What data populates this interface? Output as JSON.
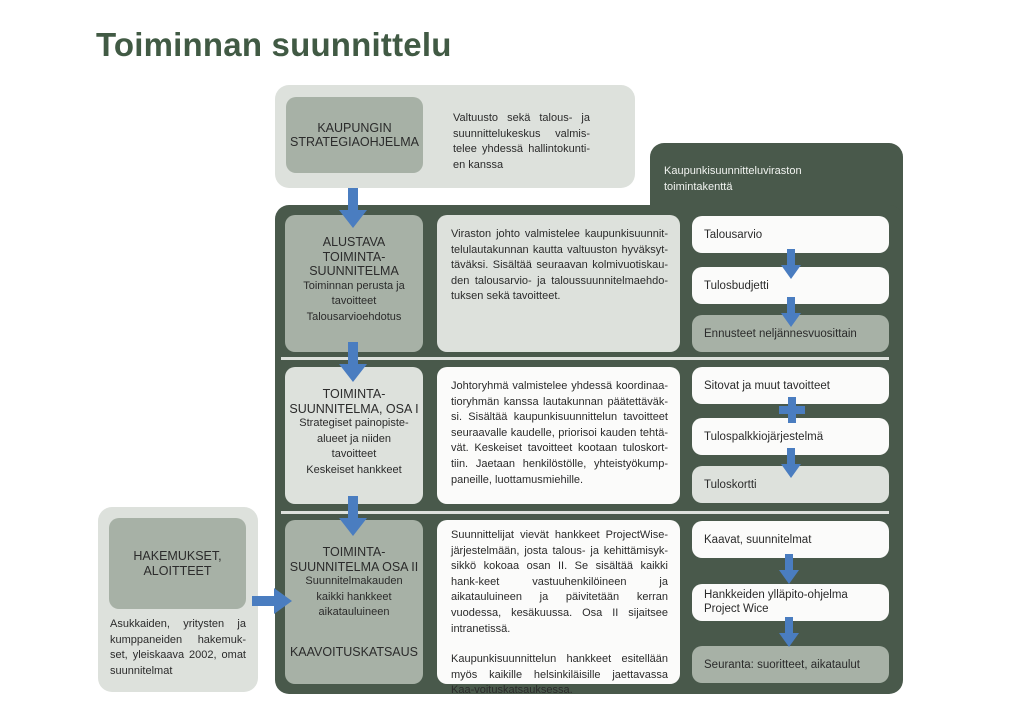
{
  "title": "Toiminnan suunnittelu",
  "colors": {
    "dark_green": "#49594b",
    "mid_green": "#a7b1a6",
    "light_green": "#dde1dc",
    "title_green": "#415a44",
    "arrow_blue": "#4a7dc0"
  },
  "strategy": {
    "label_line1": "KAUPUNGIN",
    "label_line2": "STRATEGIAOHJELMA",
    "desc": "Valtuusto sekä talous- ja suunnittelukeskus valmis-telee yhdessä hallintokunti-en kanssa"
  },
  "area_label": {
    "line1": "Kaupunkisuunnitteluviraston",
    "line2": "toimintakenttä"
  },
  "applications": {
    "label_line1": "HAKEMUKSET,",
    "label_line2": "ALOITTEET",
    "desc": "Asukkaiden, yritysten ja kumppaneiden hakemuk-set, yleiskaava 2002, omat suunnitelmat"
  },
  "rows": [
    {
      "head_lines": [
        "ALUSTAVA",
        "TOIMINTA-",
        "SUUNNITELMA"
      ],
      "sub_lines": [
        "Toiminnan perusta ja",
        "tavoitteet",
        "Talousarvioehdotus"
      ],
      "desc": "Viraston johto valmistelee kaupunkisuunnit-telulautakunnan kautta valtuuston hyväksyt-täväksi. Sisältää seuraavan kolmivuotiskau-den talousarvio- ja taloussuunnitelmaehdo-tuksen sekä tavoitteet.",
      "items": [
        "Talousarvio",
        "Tulosbudjetti",
        "Ennusteet neljännesvuosittain"
      ]
    },
    {
      "head_lines": [
        "TOIMINTA-",
        "SUUNNITELMA, OSA I"
      ],
      "sub_lines": [
        "Strategiset painopiste-",
        "alueet ja niiden",
        "tavoitteet",
        "Keskeiset hankkeet"
      ],
      "desc": "Johtoryhmä valmistelee yhdessä koordinaa-tioryhmän kanssa lautakunnan päätettäväk-si. Sisältää kaupunkisuunnittelun tavoitteet seuraavalle kaudelle, priorisoi kauden tehtä-vät. Keskeiset tavoitteet kootaan tuloskort-tiin. Jaetaan henkilöstölle, yhteistyökump-paneille, luottamusmiehille.",
      "items": [
        "Sitovat ja muut tavoitteet",
        "Tulospalkkiojärjestelmä",
        "Tuloskortti"
      ]
    },
    {
      "head_lines": [
        "TOIMINTA-",
        "SUUNNITELMA OSA II"
      ],
      "sub_lines": [
        "Suunnitelmakauden",
        "kaikki hankkeet",
        "aikatauluineen"
      ],
      "extra": "KAAVOITUSKATSAUS",
      "desc": "Suunnittelijat vievät hankkeet ProjectWise-järjestelmään, josta talous- ja kehittämisyk-sikkö kokoaa osan II. Se sisältää kaikki hank-keet vastuuhenkilöineen ja aikatauluineen ja päivitetään kerran vuodessa, kesäkuussa. Osa II sijaitsee intranetissä.",
      "desc2": "Kaupunkisuunnittelun hankkeet esitellään myös kaikille helsinkiläisille jaettavassa Kaa-voituskatsauksessa.",
      "items": [
        "Kaavat, suunnitelmat",
        "Hankkeiden ylläpito-ohjelma",
        "Project Wice",
        "Seuranta: suoritteet, aikataulut"
      ]
    }
  ]
}
